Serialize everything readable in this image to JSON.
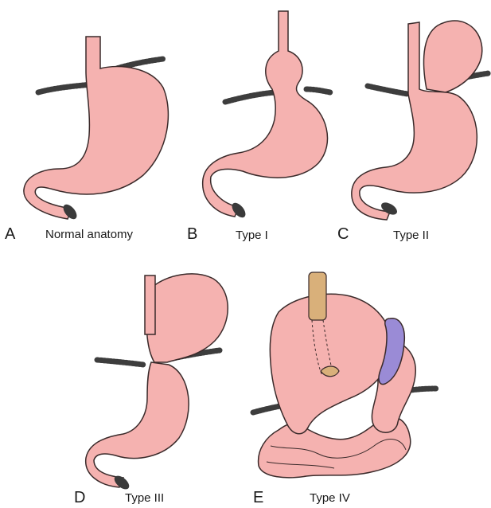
{
  "colors": {
    "stomach_fill": "#f5b2b0",
    "stomach_stroke": "#3a2a2a",
    "diaphragm": "#3d3d3d",
    "tube": "#d9b07a",
    "spleen": "#9a8bd6",
    "lumen": "#3a3a3a"
  },
  "panels": [
    {
      "letter": "A",
      "caption": "Normal anatomy"
    },
    {
      "letter": "B",
      "caption": "Type I"
    },
    {
      "letter": "C",
      "caption": "Type II"
    },
    {
      "letter": "D",
      "caption": "Type III"
    },
    {
      "letter": "E",
      "caption": "Type IV"
    }
  ]
}
